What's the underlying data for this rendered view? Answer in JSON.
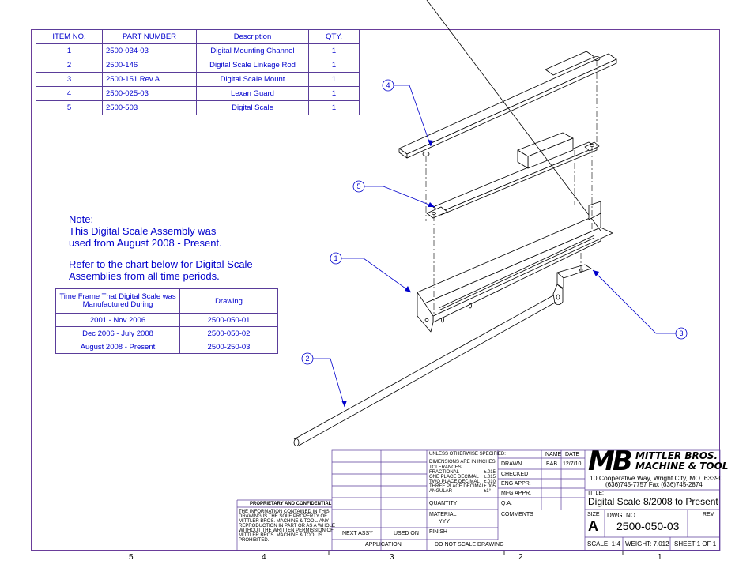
{
  "bom": {
    "headers": [
      "ITEM NO.",
      "PART NUMBER",
      "Description",
      "QTY."
    ],
    "rows": [
      {
        "item": "1",
        "part": "2500-034-03",
        "desc": "Digital Mounting Channel",
        "qty": "1"
      },
      {
        "item": "2",
        "part": "2500-146",
        "desc": "Digital Scale Linkage Rod",
        "qty": "1"
      },
      {
        "item": "3",
        "part": "2500-151 Rev A",
        "desc": "Digital Scale Mount",
        "qty": "1"
      },
      {
        "item": "4",
        "part": "2500-025-03",
        "desc": "Lexan Guard",
        "qty": "1"
      },
      {
        "item": "5",
        "part": "2500-503",
        "desc": "Digital Scale",
        "qty": "1"
      }
    ]
  },
  "note": {
    "line1": "Note:",
    "line2": "This Digital Scale Assembly was",
    "line3": "used from August 2008 - Present.",
    "line4": "Refer to the chart below for Digital Scale",
    "line5": "Assemblies from all time periods."
  },
  "timeframe": {
    "header1": "Time Frame That Digital Scale was Manufactured During",
    "header2": "Drawing",
    "rows": [
      {
        "period": "2001 - Nov 2006",
        "drawing": "2500-050-01"
      },
      {
        "period": "Dec 2006 - July 2008",
        "drawing": "2500-050-02"
      },
      {
        "period": "August 2008 - Present",
        "drawing": "2500-250-03"
      }
    ]
  },
  "balloons": [
    "1",
    "2",
    "3",
    "4",
    "5"
  ],
  "zones": [
    "5",
    "4",
    "3",
    "2",
    "1"
  ],
  "titleblock": {
    "unless": "UNLESS OTHERWISE SPECIFIED:",
    "dims": "DIMENSIONS ARE IN INCHES",
    "tol": "TOLERANCES:",
    "frac": "FRACTIONAL",
    "frac_v": "±.015",
    "one": "ONE PLACE DECIMAL",
    "one_v": "±.015",
    "two": "TWO PLACE DECIMAL",
    "two_v": "±.010",
    "three": "THREE PLACE DECIMAL",
    "three_v": "±.005",
    "ang": "ANGULAR",
    "ang_v": "±1°",
    "quantity": "QUANTITY",
    "material": "MATERIAL",
    "material_v": "YYY",
    "finish": "FINISH",
    "noscale": "DO NOT SCALE DRAWING",
    "name": "NAME",
    "date": "DATE",
    "drawn": "DRAWN",
    "drawn_name": "BAB",
    "drawn_date": "12/7/10",
    "checked": "CHECKED",
    "eng": "ENG APPR.",
    "mfg": "MFG APPR.",
    "qa": "Q.A.",
    "comments": "COMMENTS",
    "prop_title": "PROPRIETARY AND CONFIDENTIAL",
    "prop1": "THE INFORMATION CONTAINED IN THIS",
    "prop2": "DRAWING IS THE SOLE PROPERTY OF",
    "prop3": "MITTLER BROS. MACHINE & TOOL. ANY",
    "prop4": "REPRODUCTION IN PART OR AS A WHOLE",
    "prop5": "WITHOUT THE WRITTEN PERMISSION OF",
    "prop6": "MITTLER BROS. MACHINE & TOOL IS",
    "prop7": "PROHIBITED.",
    "next_assy": "NEXT ASSY",
    "used_on": "USED ON",
    "application": "APPLICATION",
    "logo": "MB",
    "company1": "MITTLER BROS.",
    "company2": "MACHINE & TOOL",
    "address": "10 Cooperative Way, Wright City, MO. 63390",
    "phone": "(636)745-7757  Fax (636)745-2874",
    "title_label": "TITLE:",
    "title": "Digital Scale 8/2008 to Present",
    "size_label": "SIZE",
    "size": "A",
    "dwg_label": "DWG.  NO.",
    "dwg_no": "2500-050-03",
    "rev_label": "REV",
    "scale": "SCALE: 1:4",
    "weight": "WEIGHT: 7.012",
    "sheet": "SHEET 1 OF 1"
  }
}
